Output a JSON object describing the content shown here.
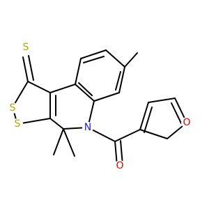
{
  "molecule": {
    "atom_labels": {
      "s_thione": "S",
      "s_ring_1": "S",
      "s_ring_2": "S",
      "n_ring": "N",
      "o_carbonyl": "O",
      "o_furan": "O"
    },
    "colors": {
      "bond": "#000000",
      "sulfur": "#b8a400",
      "nitrogen": "#2020e0",
      "oxygen": "#e00000"
    }
  }
}
